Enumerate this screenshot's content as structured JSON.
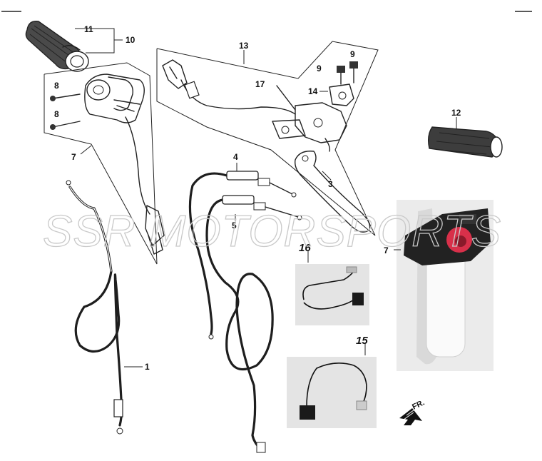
{
  "watermark": "SSR MOTORSPORTS",
  "callouts": {
    "p1": "1",
    "p3": "3",
    "p4": "4",
    "p5": "5",
    "p7a": "7",
    "p7b": "7",
    "p8a": "8",
    "p8b": "8",
    "p9a": "9",
    "p9b": "9",
    "p10": "10",
    "p11": "11",
    "p12": "12",
    "p13": "13",
    "p14": "14",
    "p15": "15",
    "p16": "16",
    "p17": "17"
  },
  "front_arrow": "FR.",
  "colors": {
    "ink": "#222222",
    "photo_bg": "#ebebeb",
    "throttle_button": "#d8304a",
    "throttle_body": "#222222"
  }
}
